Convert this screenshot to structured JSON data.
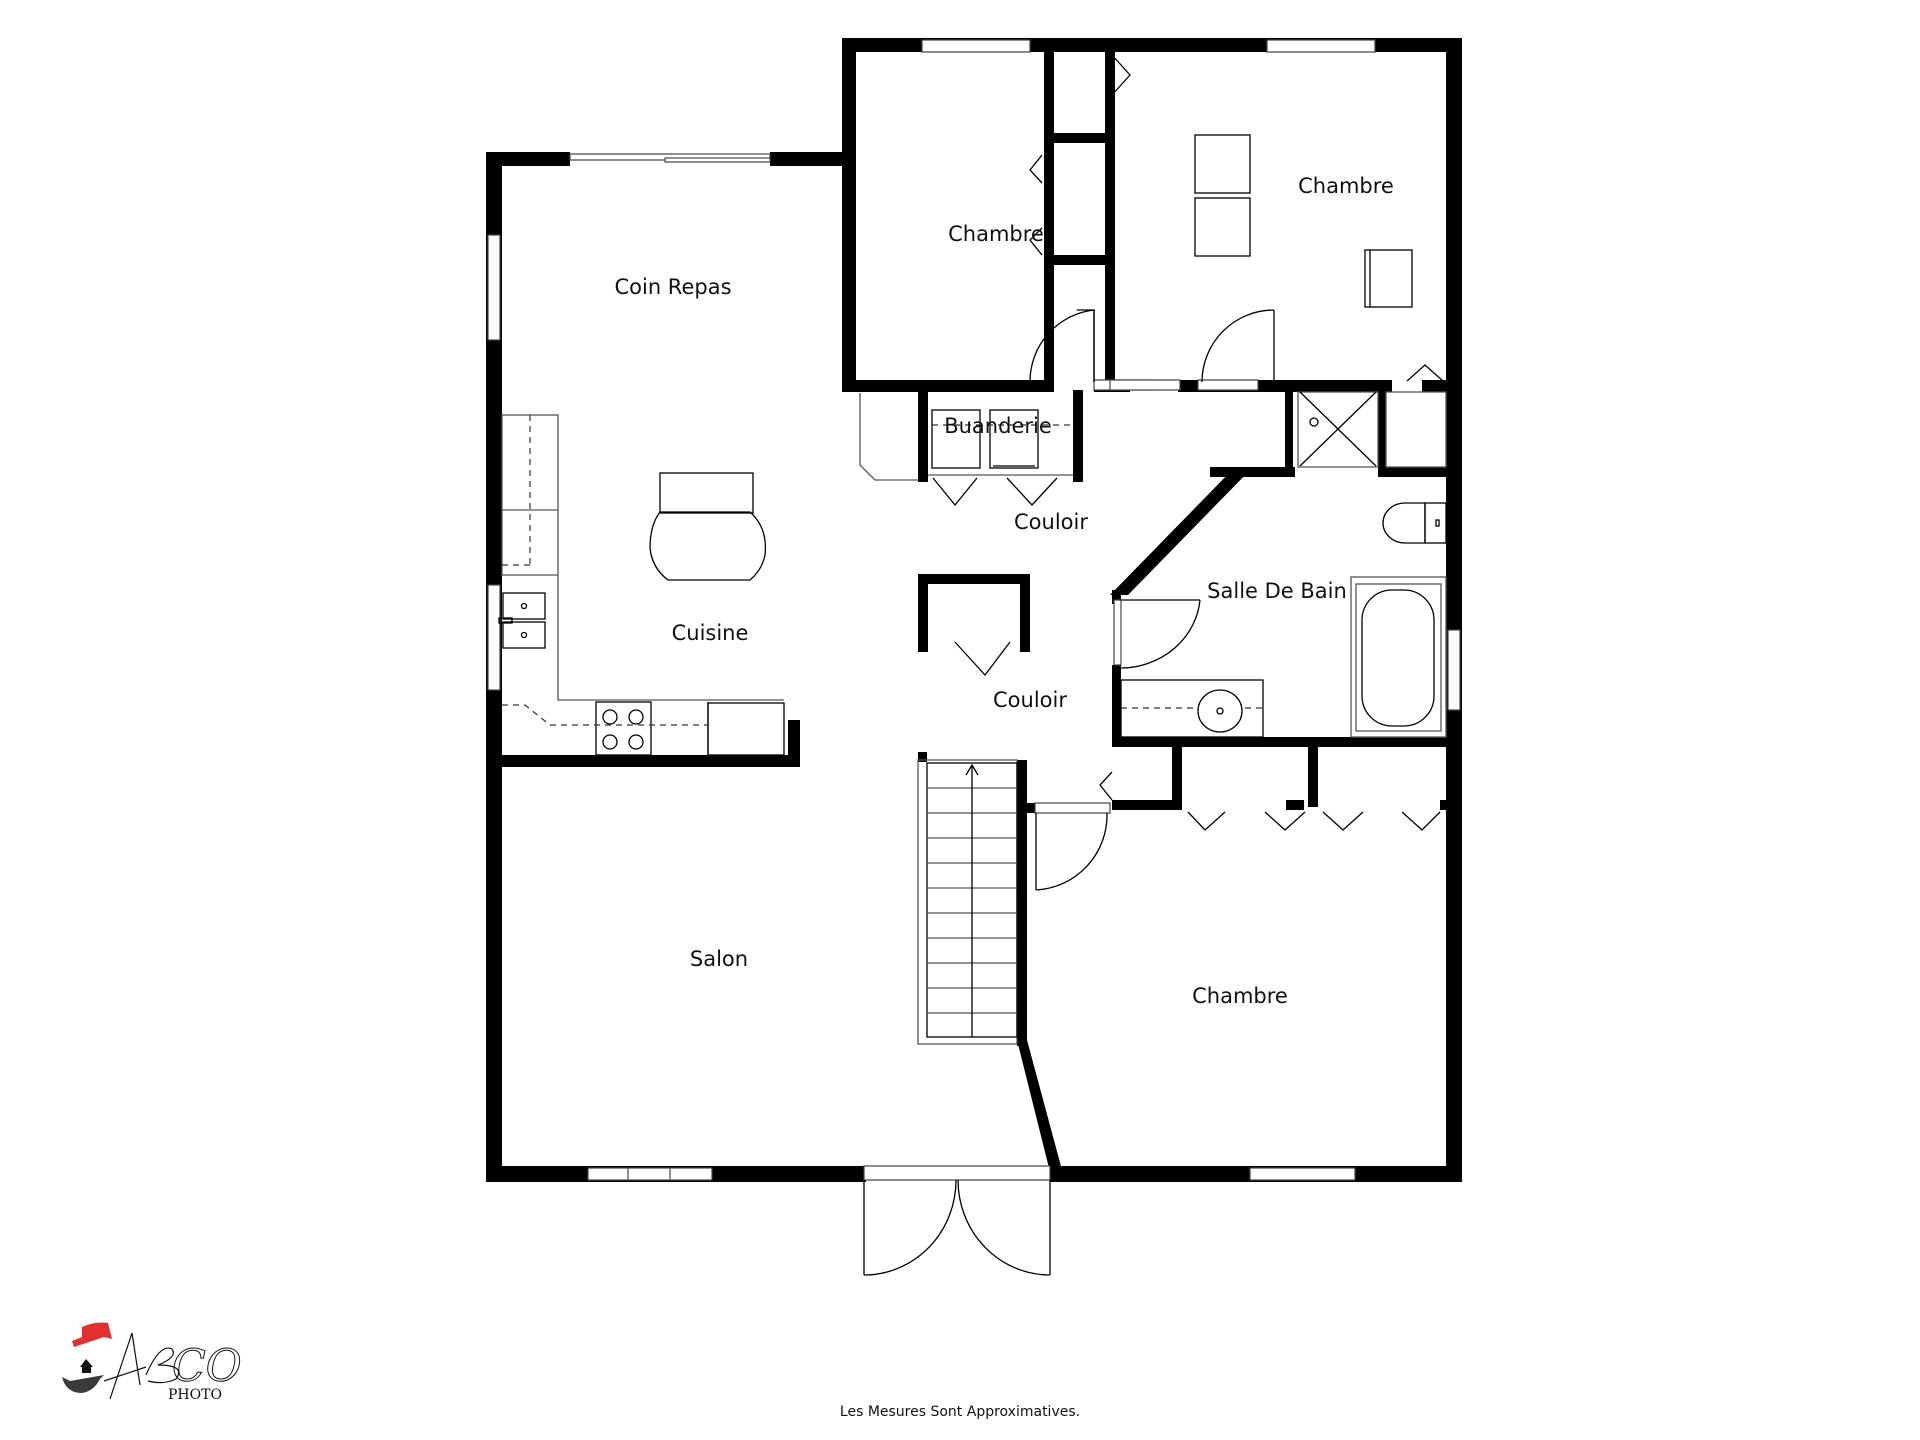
{
  "plan": {
    "rooms": {
      "coin_repas": "Coin Repas",
      "chambre_nw": "Chambre",
      "chambre_ne": "Chambre",
      "buanderie": "Buanderie",
      "couloir_upper": "Couloir",
      "cuisine": "Cuisine",
      "couloir_lower": "Couloir",
      "salle_de_bain": "Salle De Bain",
      "salon": "Salon",
      "chambre_se": "Chambre"
    }
  },
  "logo": {
    "name": "ABCO",
    "sub": "PHOTO",
    "colors": {
      "cap": "#e03030",
      "hand": "#3a3a3a",
      "house": "#111111"
    }
  },
  "footer": {
    "note": "Les Mesures Sont Approximatives."
  }
}
